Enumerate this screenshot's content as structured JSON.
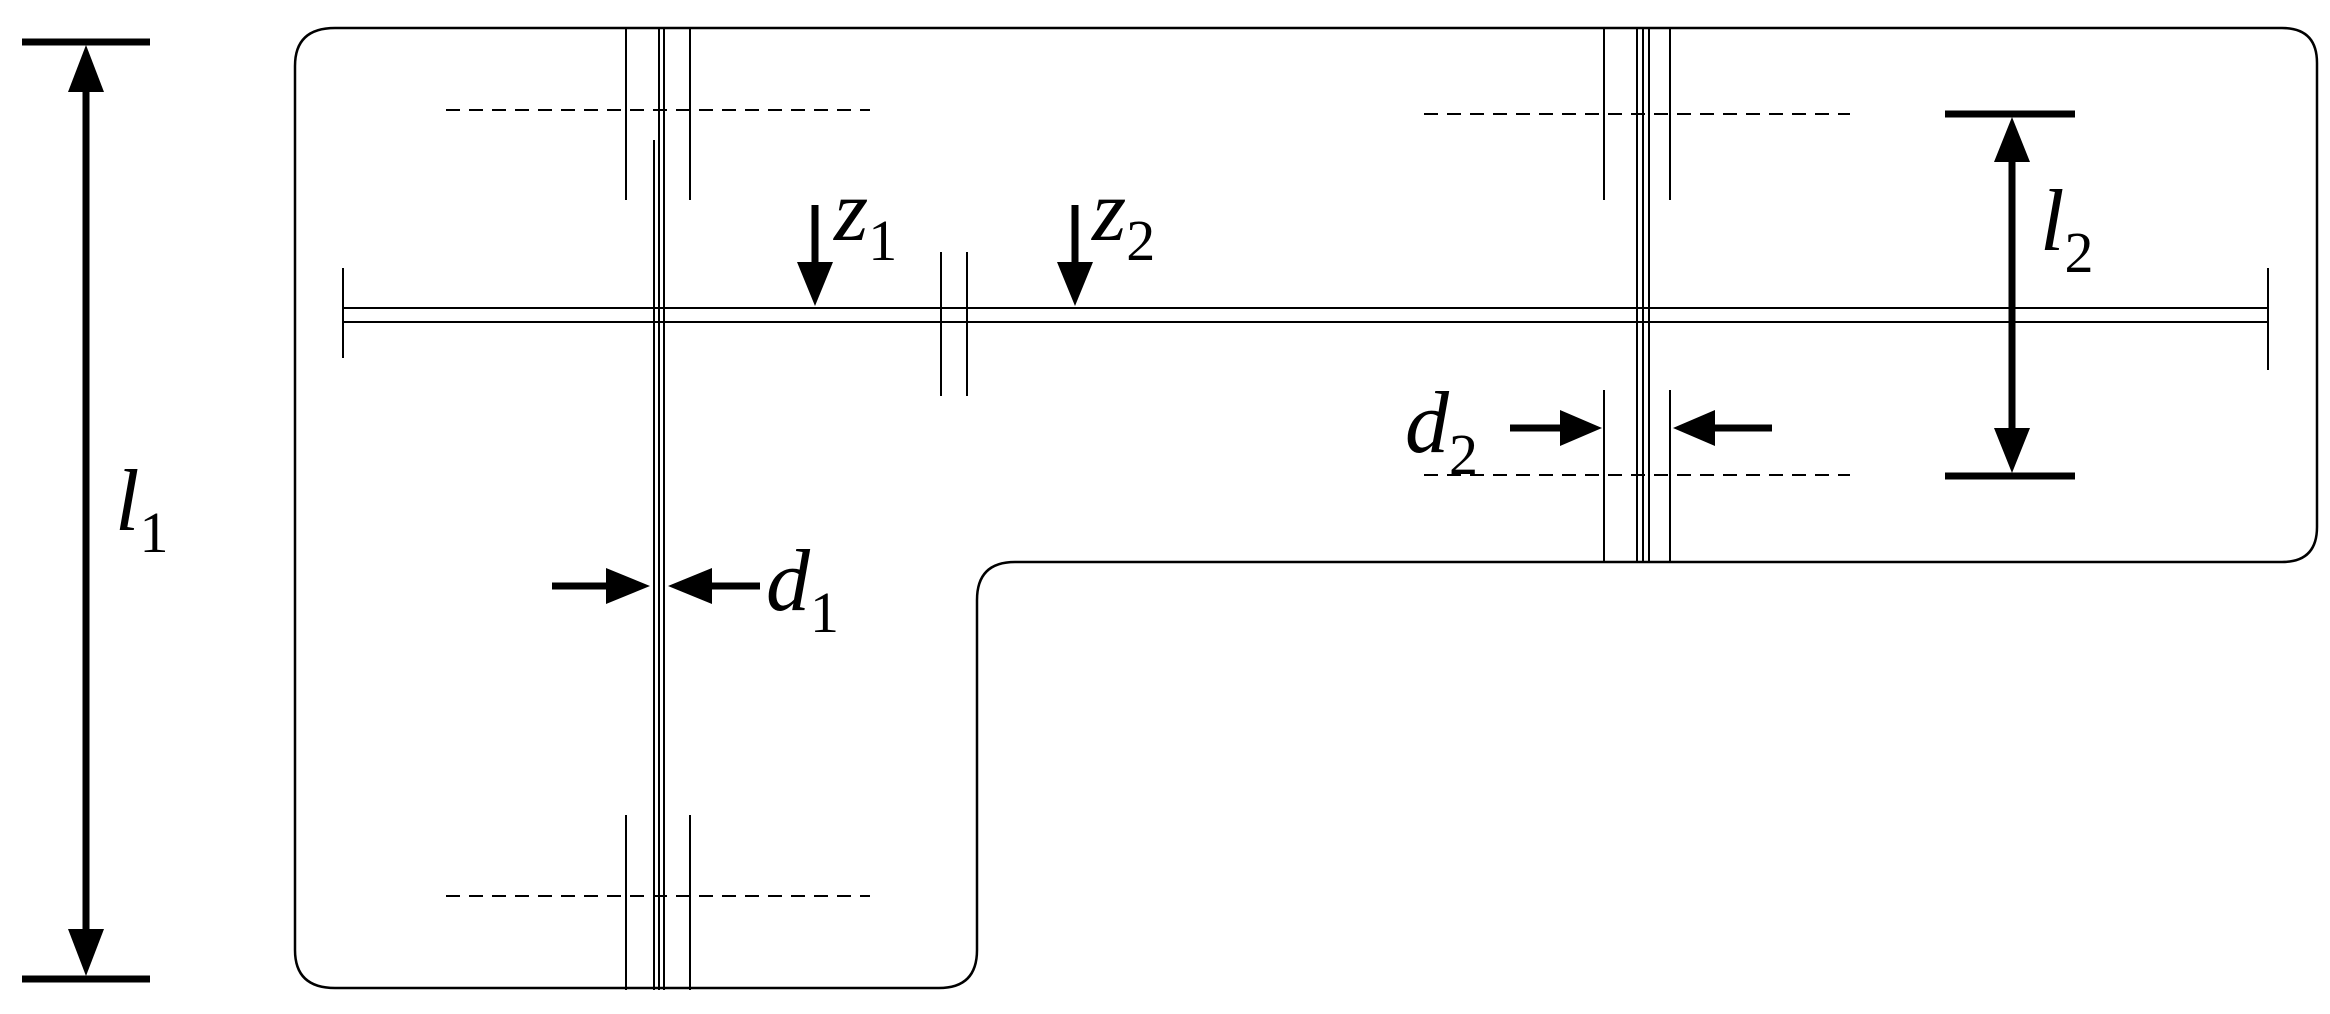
{
  "labels": {
    "l1": {
      "symbol": "l",
      "subscript": "1"
    },
    "l2": {
      "symbol": "l",
      "subscript": "2"
    },
    "z1": {
      "symbol": "z",
      "subscript": "1"
    },
    "z2": {
      "symbol": "z",
      "subscript": "2"
    },
    "d1": {
      "symbol": "d",
      "subscript": "1"
    },
    "d2": {
      "symbol": "d",
      "subscript": "2"
    }
  }
}
